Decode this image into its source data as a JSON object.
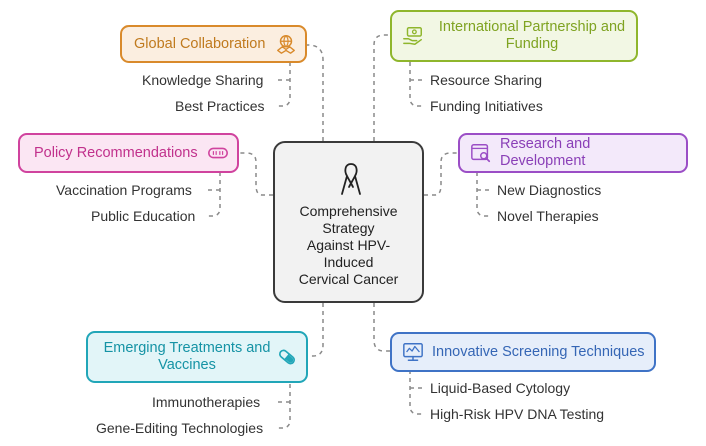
{
  "center": {
    "title": "Comprehensive\nStrategy\nAgainst HPV-\nInduced\nCervical Cancer",
    "icon": "awareness-ribbon-icon"
  },
  "branches": {
    "global_collaboration": {
      "label": "Global Collaboration",
      "icon": "handshake-globe-icon",
      "color": "#d98a2b",
      "fill": "#fbeee0",
      "items": [
        "Knowledge Sharing",
        "Best Practices"
      ]
    },
    "international_partnership": {
      "label": "International Partnership and Funding",
      "icon": "money-hand-icon",
      "color": "#8fb62c",
      "fill": "#f2f7e4",
      "items": [
        "Resource Sharing",
        "Funding Initiatives"
      ]
    },
    "policy_recommendations": {
      "label": "Policy Recommendations",
      "icon": "pill-capsule-icon",
      "color": "#d0439e",
      "fill": "#fbe6f3",
      "items": [
        "Vaccination Programs",
        "Public Education"
      ]
    },
    "research_development": {
      "label": "Research and Development",
      "icon": "browser-search-icon",
      "color": "#9b4ec6",
      "fill": "#f3e9fa",
      "items": [
        "New Diagnostics",
        "Novel Therapies"
      ]
    },
    "emerging_treatments": {
      "label": "Emerging Treatments and Vaccines",
      "icon": "pill-icon",
      "color": "#21a6b8",
      "fill": "#e2f5f8",
      "items": [
        "Immunotherapies",
        "Gene-Editing Technologies"
      ]
    },
    "innovative_screening": {
      "label": "Innovative Screening Techniques",
      "icon": "monitor-icon",
      "color": "#3f73c6",
      "fill": "#e6eefa",
      "items": [
        "Liquid-Based Cytology",
        "High-Risk HPV DNA Testing"
      ]
    }
  }
}
